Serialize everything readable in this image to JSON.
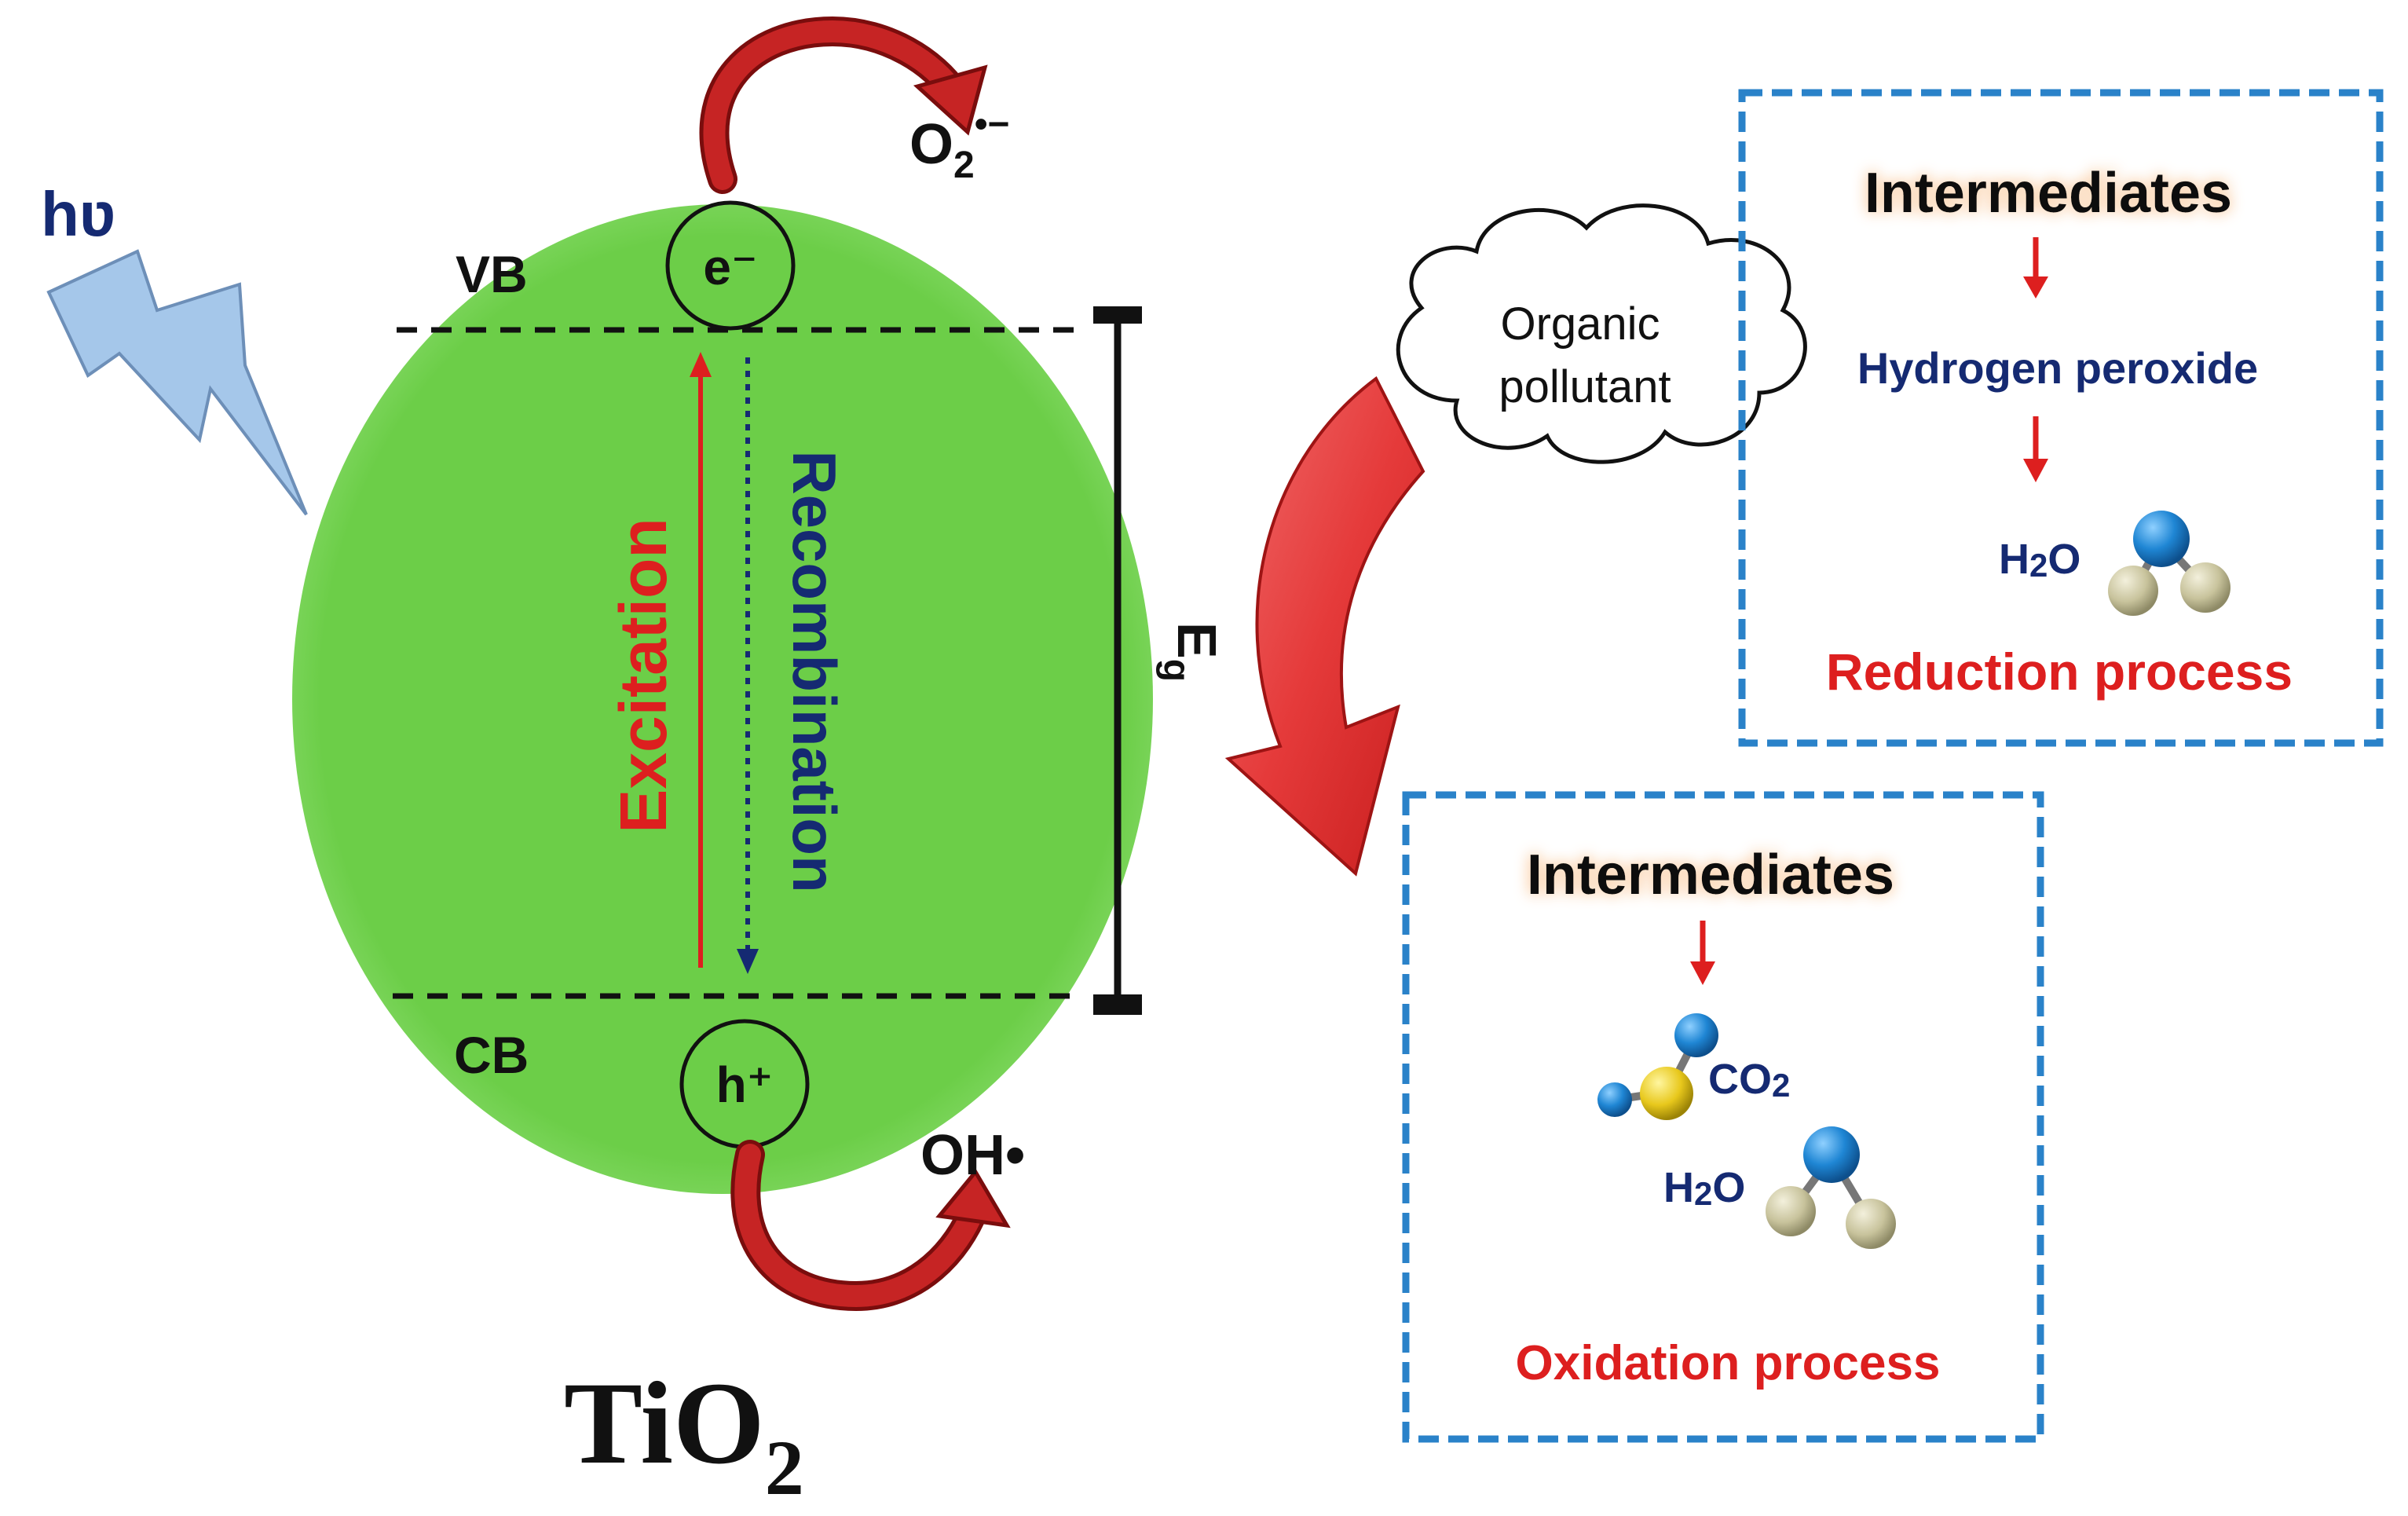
{
  "photon": {
    "label": "hʋ"
  },
  "semiconductor": {
    "name_main": "TiO",
    "name_sub": "2",
    "fill_color": "#6cce48",
    "vb_label": "VB",
    "cb_label": "CB",
    "electron_label": "e⁻",
    "hole_label": "h⁺",
    "excitation_label": "Excitation",
    "recombination_label": "Recombination",
    "bandgap_label": "E",
    "bandgap_sub": "g",
    "superoxide_main": "O",
    "superoxide_sub": "2",
    "superoxide_sup": "•−",
    "hydroxyl_label": "OH•"
  },
  "pollutant": {
    "line1": "Organic",
    "line2": "pollutant"
  },
  "reduction_box": {
    "intermediates": "Intermediates",
    "product1": "Hydrogen peroxide",
    "water_main": "H",
    "water_sub": "2",
    "water_end": "O",
    "process": "Reduction process"
  },
  "oxidation_box": {
    "intermediates": "Intermediates",
    "co2_main": "CO",
    "co2_sub": "2",
    "water_main": "H",
    "water_sub": "2",
    "water_end": "O",
    "process": "Oxidation process"
  },
  "colors": {
    "accent_red": "#dd1f1f",
    "navy": "#152a72",
    "box_border": "#2a82c9",
    "label_glow": "#fbd6b4",
    "lightning": "#a5c7ea",
    "arrow_red": "#c62424"
  }
}
